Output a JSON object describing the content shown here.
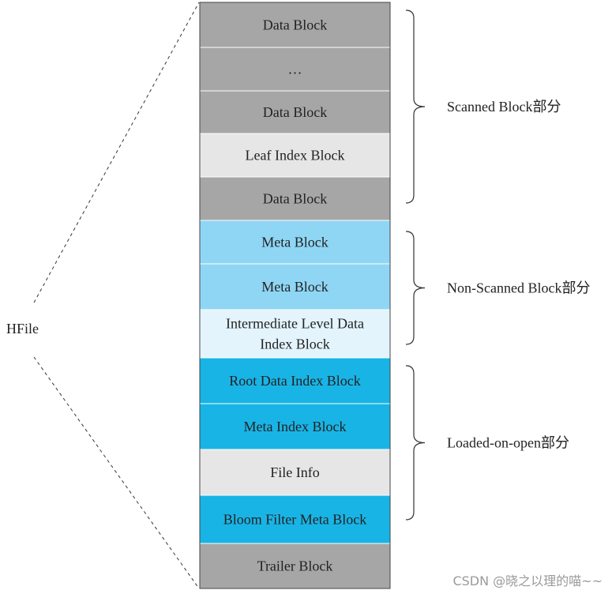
{
  "file_label": "HFile",
  "blocks": [
    {
      "label": "Data Block",
      "color": "#a6a6a6"
    },
    {
      "label": "…",
      "color": "#a6a6a6"
    },
    {
      "label": "Data Block",
      "color": "#a6a6a6"
    },
    {
      "label": "Leaf Index Block",
      "color": "#e6e6e6"
    },
    {
      "label": "Data Block",
      "color": "#a6a6a6"
    },
    {
      "label": "Meta Block",
      "color": "#8fd6f5"
    },
    {
      "label": "Meta Block",
      "color": "#8fd6f5"
    },
    {
      "label": "Intermediate Level Data\nIndex Block",
      "color": "#e3f4fc"
    },
    {
      "label": "Root Data Index Block",
      "color": "#19b4e6"
    },
    {
      "label": "Meta Index Block",
      "color": "#19b4e6"
    },
    {
      "label": "File Info",
      "color": "#e6e6e6"
    },
    {
      "label": "Bloom Filter Meta Block",
      "color": "#19b4e6"
    },
    {
      "label": "Trailer Block",
      "color": "#a6a6a6"
    }
  ],
  "sections": [
    {
      "label": "Scanned Block部分"
    },
    {
      "label": "Non-Scanned Block部分"
    },
    {
      "label": "Loaded-on-open部分"
    }
  ],
  "watermark": "CSDN @晓之以理的喵~~"
}
